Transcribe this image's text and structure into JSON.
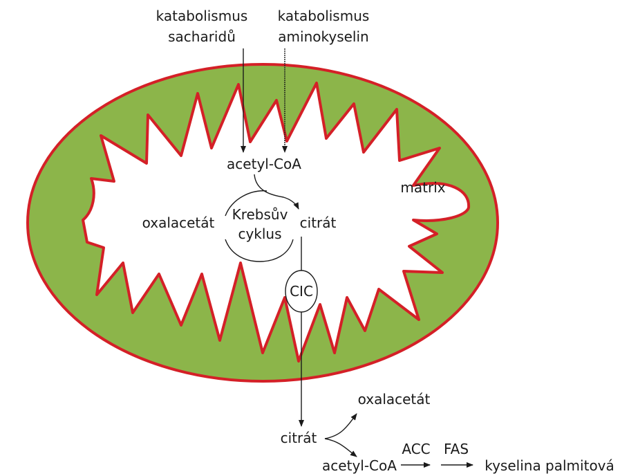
{
  "colors": {
    "matrix_space": "#8cb54a",
    "membrane": "#d42027",
    "cristae_fill": "#ffffff",
    "line": "#1a1a1a"
  },
  "inputs": {
    "carbohydrate_line1": "katabolismus",
    "carbohydrate_line2": "sacharidů",
    "amino_line1": "katabolismus",
    "amino_line2": "aminokyselin"
  },
  "mito": {
    "acetyl_coa": "acetyl-CoA",
    "matrix": "matrix",
    "oxaloacetate": "oxalacetát",
    "krebs_line1": "Krebsův",
    "krebs_line2": "cyklus",
    "citrate": "citrát",
    "carrier": "CIC"
  },
  "cytosol": {
    "citrate": "citrát",
    "oxaloacetate": "oxalacetát",
    "acetyl_coa": "acetyl-CoA",
    "enzyme1": "ACC",
    "enzyme2": "FAS",
    "product": "kyselina palmitová"
  }
}
